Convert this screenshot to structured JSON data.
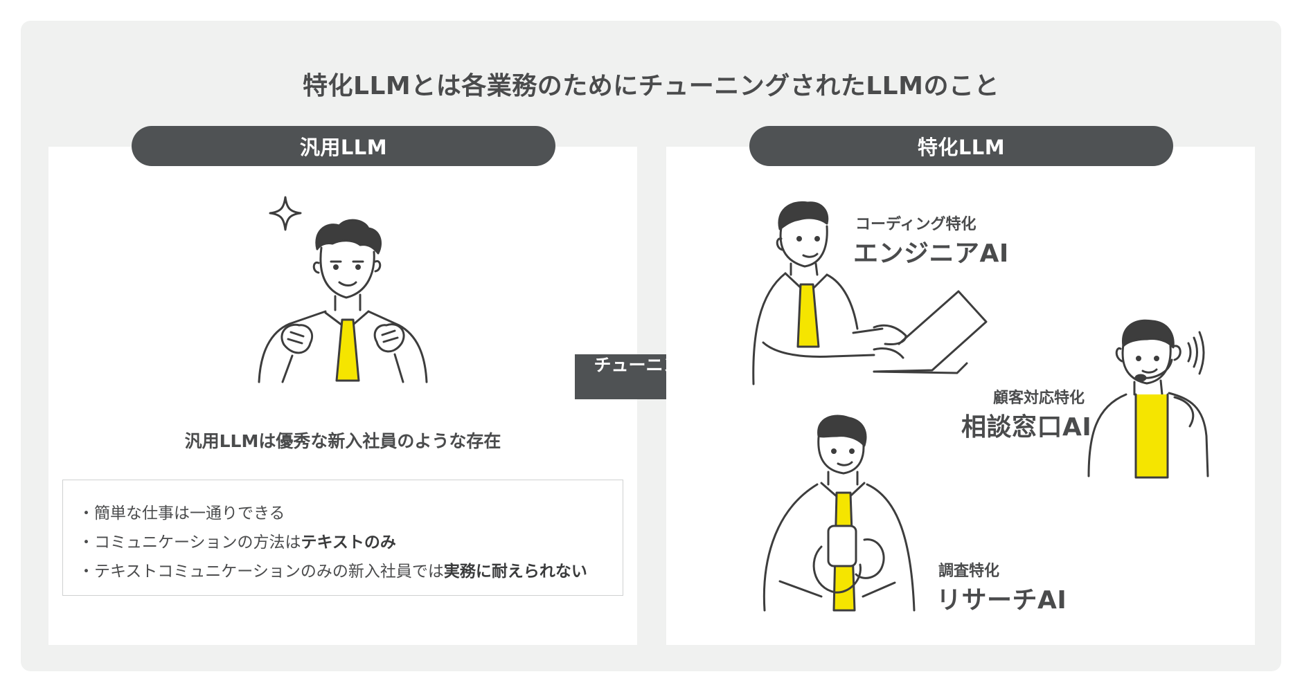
{
  "title": "特化LLMとは各業務のためにチューニングされたLLMのこと",
  "left": {
    "header": "汎用LLM",
    "caption": "汎用LLMは優秀な新入社員のような存在",
    "bullets": [
      {
        "text": "・簡単な仕事は一通りできる",
        "bold": ""
      },
      {
        "text": "・コミュニケーションの方法は",
        "bold": "テキストのみ"
      },
      {
        "text": "・テキストコミュニケーションのみの新入社員では",
        "bold": "実務に耐えられない"
      }
    ]
  },
  "arrow": {
    "label": "チューニング"
  },
  "right": {
    "header": "特化LLM",
    "roles": [
      {
        "subtitle": "コーディング特化",
        "title": "エンジニアAI",
        "icon": "engineer-laptop-illustration"
      },
      {
        "subtitle": "顧客対応特化",
        "title": "相談窓口AI",
        "icon": "support-headset-illustration"
      },
      {
        "subtitle": "調査特化",
        "title": "リサーチAI",
        "icon": "researcher-phone-illustration"
      }
    ]
  },
  "colors": {
    "background": "#f0f1f0",
    "panel": "#ffffff",
    "header": "#4f5254",
    "tie": "#f5e500",
    "text": "#4a4b4c"
  }
}
